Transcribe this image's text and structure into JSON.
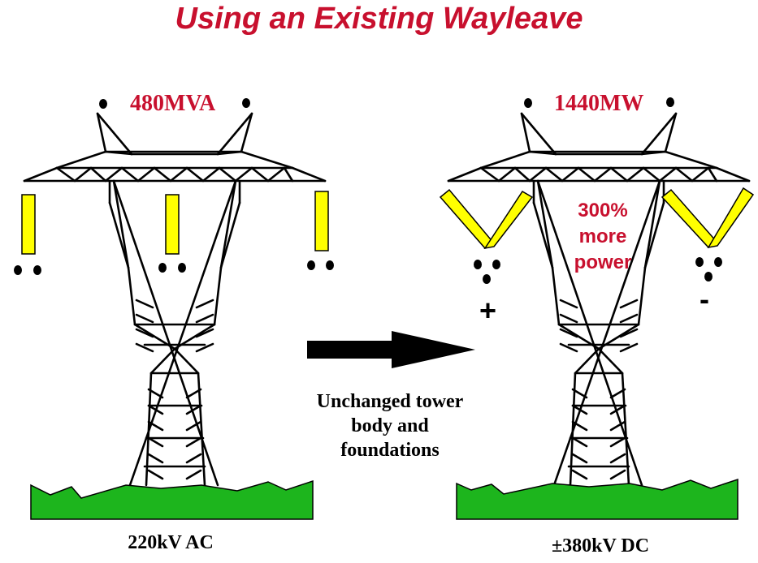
{
  "title": "Using an Existing Wayleave",
  "left_tower": {
    "rating": "480MVA",
    "caption": "220kV AC"
  },
  "right_tower": {
    "rating": "1440MW",
    "caption": "±380kV DC",
    "note_lines": [
      "300%",
      "more",
      "power"
    ],
    "pos_symbol": "+",
    "neg_symbol": "-"
  },
  "middle_note_lines": [
    "Unchanged tower",
    "body and",
    "foundations"
  ],
  "colors": {
    "title": "#c8102e",
    "insulator": "#ffff00",
    "ground": "#1db51d",
    "structure": "#000000"
  }
}
